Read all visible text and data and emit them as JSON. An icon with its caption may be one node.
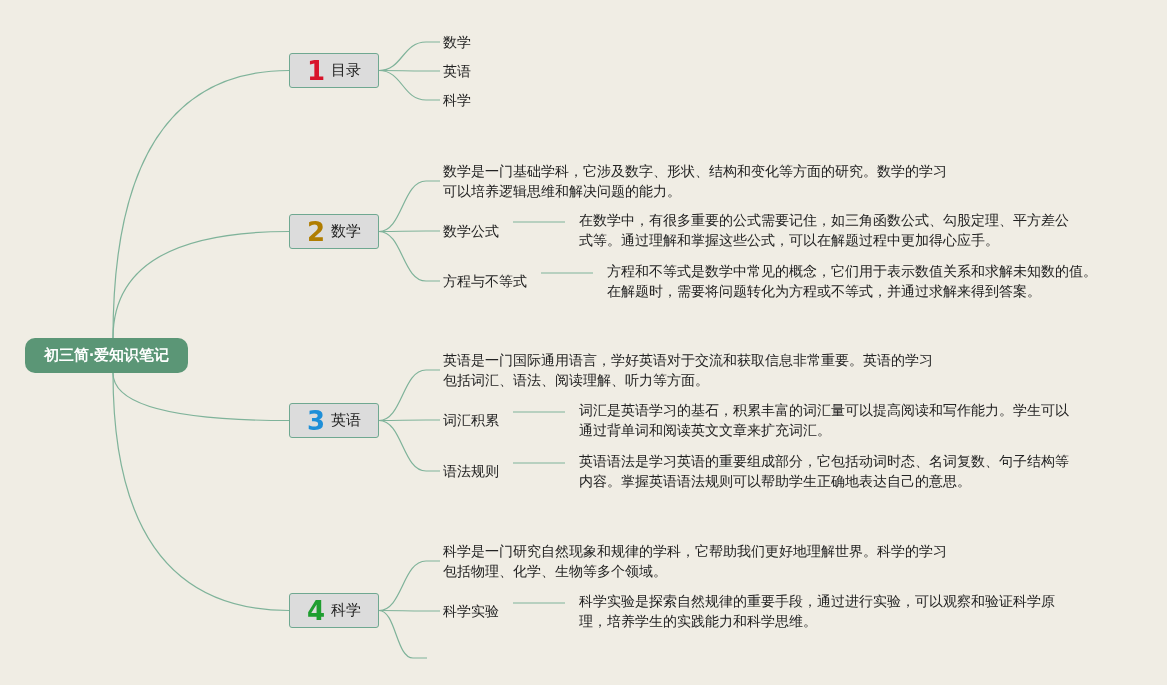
{
  "diagram": {
    "nodes": [
      {
        "text": [
          "初三简·爱知识笔记"
        ]
      },
      {
        "text": [
          "1",
          "目录"
        ]
      },
      {
        "text": [
          "数学"
        ]
      },
      {
        "text": [
          "英语"
        ]
      },
      {
        "text": [
          "科学"
        ]
      },
      {
        "text": [
          "2",
          "数学"
        ]
      },
      {
        "text": [
          "数学是一门基础学科，它涉及数字、形状、结构和变化等方面的研究。数学的学习可以培养逻辑思维和解决问题的能力。"
        ]
      },
      {
        "text": [
          "数学公式"
        ]
      },
      {
        "text": [
          "在数学中，有很多重要的公式需要记住，如三角函数公式、勾股定理、平方差公式等。通过理解和掌握这些公式，可以在解题过程中更加得心应手。"
        ]
      },
      {
        "text": [
          "方程与不等式"
        ]
      },
      {
        "text": [
          "方程和不等式是数学中常见的概念，它们用于表示数值关系和求解未知数的值。在解题时，需要将问题转化为方程或不等式，并通过求解来得到答案。"
        ]
      },
      {
        "text": [
          "3",
          "英语"
        ]
      },
      {
        "text": [
          "英语是一门国际通用语言，学好英语对于交流和获取信息非常重要。英语的学习包括词汇、语法、阅读理解、听力等方面。"
        ]
      },
      {
        "text": [
          "词汇积累"
        ]
      },
      {
        "text": [
          "词汇是英语学习的基石，积累丰富的词汇量可以提高阅读和写作能力。学生可以通过背单词和阅读英文文章来扩充词汇。"
        ]
      },
      {
        "text": [
          "语法规则"
        ]
      },
      {
        "text": [
          "英语语法是学习英语的重要组成部分，它包括动词时态、名词复数、句子结构等内容。掌握英语语法规则可以帮助学生正确地表达自己的意思。"
        ]
      },
      {
        "text": [
          "4",
          "科学"
        ]
      },
      {
        "text": [
          "科学是一门研究自然现象和规律的学科，它帮助我们更好地理解世界。科学的学习包括物理、化学、生物等多个领域。"
        ]
      },
      {
        "text": [
          "科学实验"
        ]
      },
      {
        "text": [
          "科学实验是探索自然规律的重要手段，通过进行实验，可以观察和验证科学原理，培养学生的实践能力和科学思维。"
        ]
      }
    ],
    "edges": [
      {
        "from": 0,
        "to": 1,
        "arrow": "none"
      },
      {
        "from": 0,
        "to": 5,
        "arrow": "none"
      },
      {
        "from": 0,
        "to": 11,
        "arrow": "none"
      },
      {
        "from": 0,
        "to": 17,
        "arrow": "none"
      },
      {
        "from": 1,
        "to": 2,
        "arrow": "none"
      },
      {
        "from": 1,
        "to": 3,
        "arrow": "none"
      },
      {
        "from": 1,
        "to": 4,
        "arrow": "none"
      },
      {
        "from": 5,
        "to": 6,
        "arrow": "none"
      },
      {
        "from": 5,
        "to": 7,
        "arrow": "none"
      },
      {
        "from": 5,
        "to": 9,
        "arrow": "none"
      },
      {
        "from": 7,
        "to": 8,
        "arrow": "none"
      },
      {
        "from": 9,
        "to": 10,
        "arrow": "none"
      },
      {
        "from": 11,
        "to": 12,
        "arrow": "none"
      },
      {
        "from": 11,
        "to": 13,
        "arrow": "none"
      },
      {
        "from": 11,
        "to": 15,
        "arrow": "none"
      },
      {
        "from": 13,
        "to": 14,
        "arrow": "none"
      },
      {
        "from": 15,
        "to": 16,
        "arrow": "none"
      },
      {
        "from": 17,
        "to": 18,
        "arrow": "none"
      },
      {
        "from": 17,
        "to": 19,
        "arrow": "none"
      },
      {
        "from": 17,
        "to": null,
        "arrow": "none"
      },
      {
        "from": 19,
        "to": 20,
        "arrow": "none"
      }
    ]
  }
}
